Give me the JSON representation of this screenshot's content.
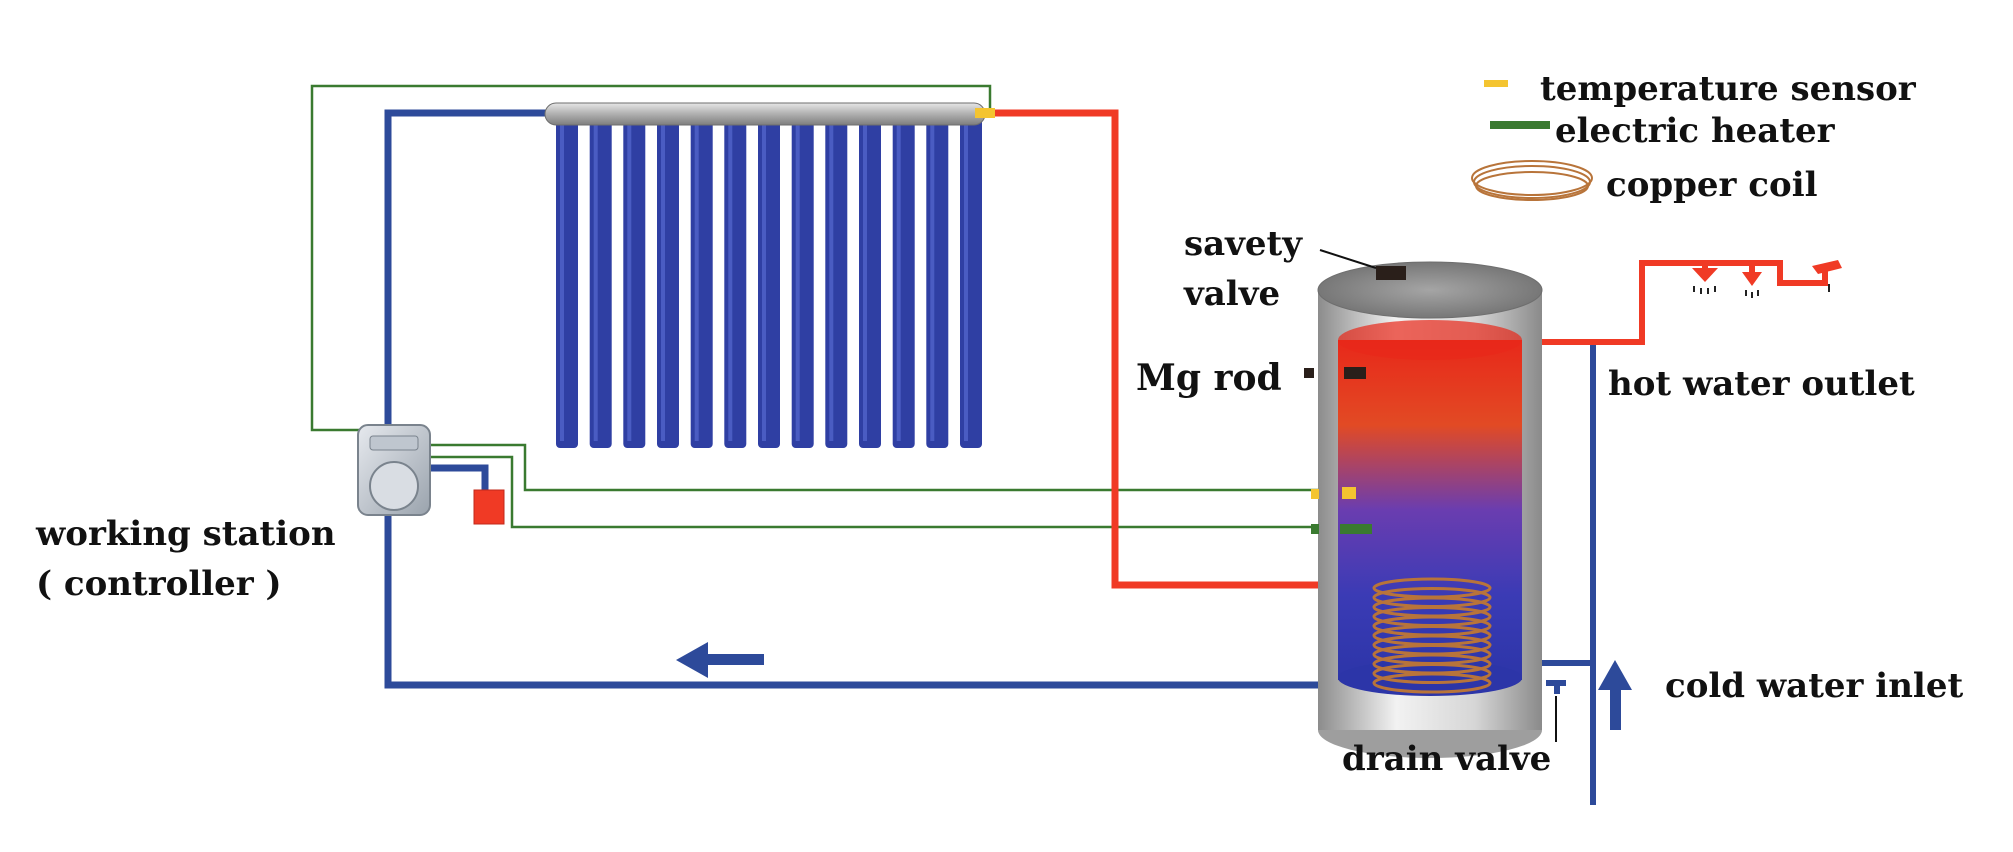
{
  "labels": {
    "working_station_line1": "working station",
    "working_station_line2": "( controller )",
    "safety_valve_line1": "savety",
    "safety_valve_line2": "valve",
    "mg_rod": "Mg rod",
    "hot_water_outlet": "hot water outlet",
    "cold_water_inlet": "cold water inlet",
    "drain_valve": "drain valve"
  },
  "legend": {
    "items": [
      {
        "key": "temperature_sensor",
        "label": "temperature sensor",
        "icon": "yellow-dash-icon",
        "color": "#f4c430"
      },
      {
        "key": "electric_heater",
        "label": "electric heater",
        "icon": "green-bar-icon",
        "color": "#3a7a30"
      },
      {
        "key": "copper_coil",
        "label": "copper coil",
        "icon": "copper-coil-icon",
        "color": "#b8743a"
      }
    ]
  },
  "colors": {
    "cold_pipe": "#2d4a9a",
    "hot_pipe": "#f03a25",
    "wire": "#3a7a30",
    "sensor": "#f4c430",
    "tube": "#2f3fa3",
    "copper": "#b8743a"
  },
  "collector": {
    "tube_count": 13
  }
}
